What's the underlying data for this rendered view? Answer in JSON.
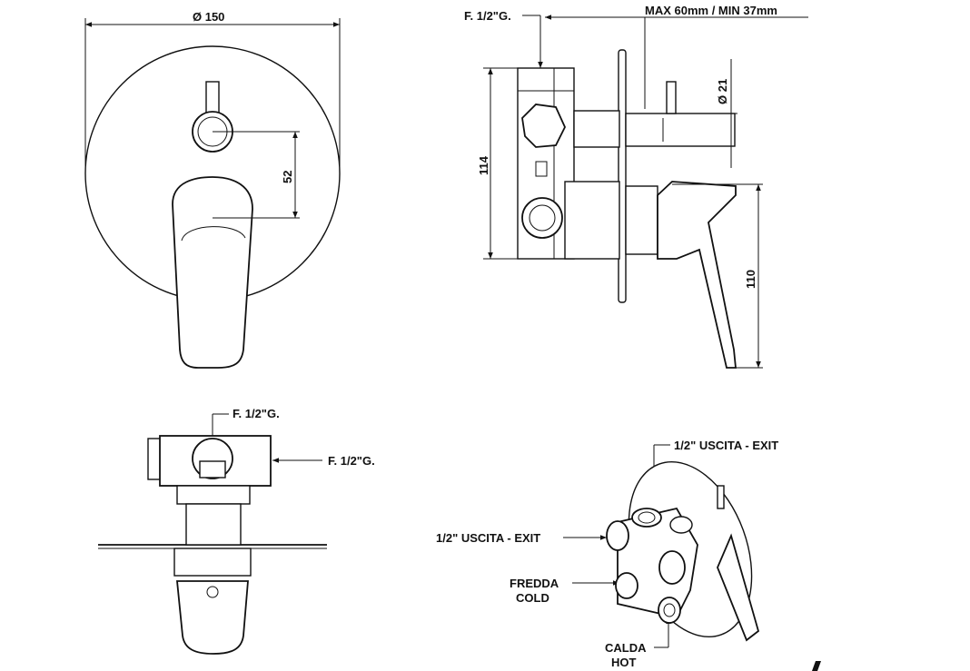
{
  "front_view": {
    "diameter_label": "Ø 150",
    "height_label": "52"
  },
  "side_view": {
    "connection_label": "F. 1/2\"G.",
    "depth_label": "MAX 60mm / MIN 37mm",
    "pin_diameter_label": "Ø 21",
    "body_height_label": "114",
    "lever_height_label": "110"
  },
  "top_view": {
    "top_connection_label": "F. 1/2\"G.",
    "side_connection_label": "F. 1/2\"G."
  },
  "iso_view": {
    "exit_top_label": "1/2\" USCITA - EXIT",
    "exit_left_label": "1/2\" USCITA - EXIT",
    "cold_label_it": "FREDDA",
    "cold_label_en": "COLD",
    "hot_label_it": "CALDA",
    "hot_label_en": "HOT"
  }
}
